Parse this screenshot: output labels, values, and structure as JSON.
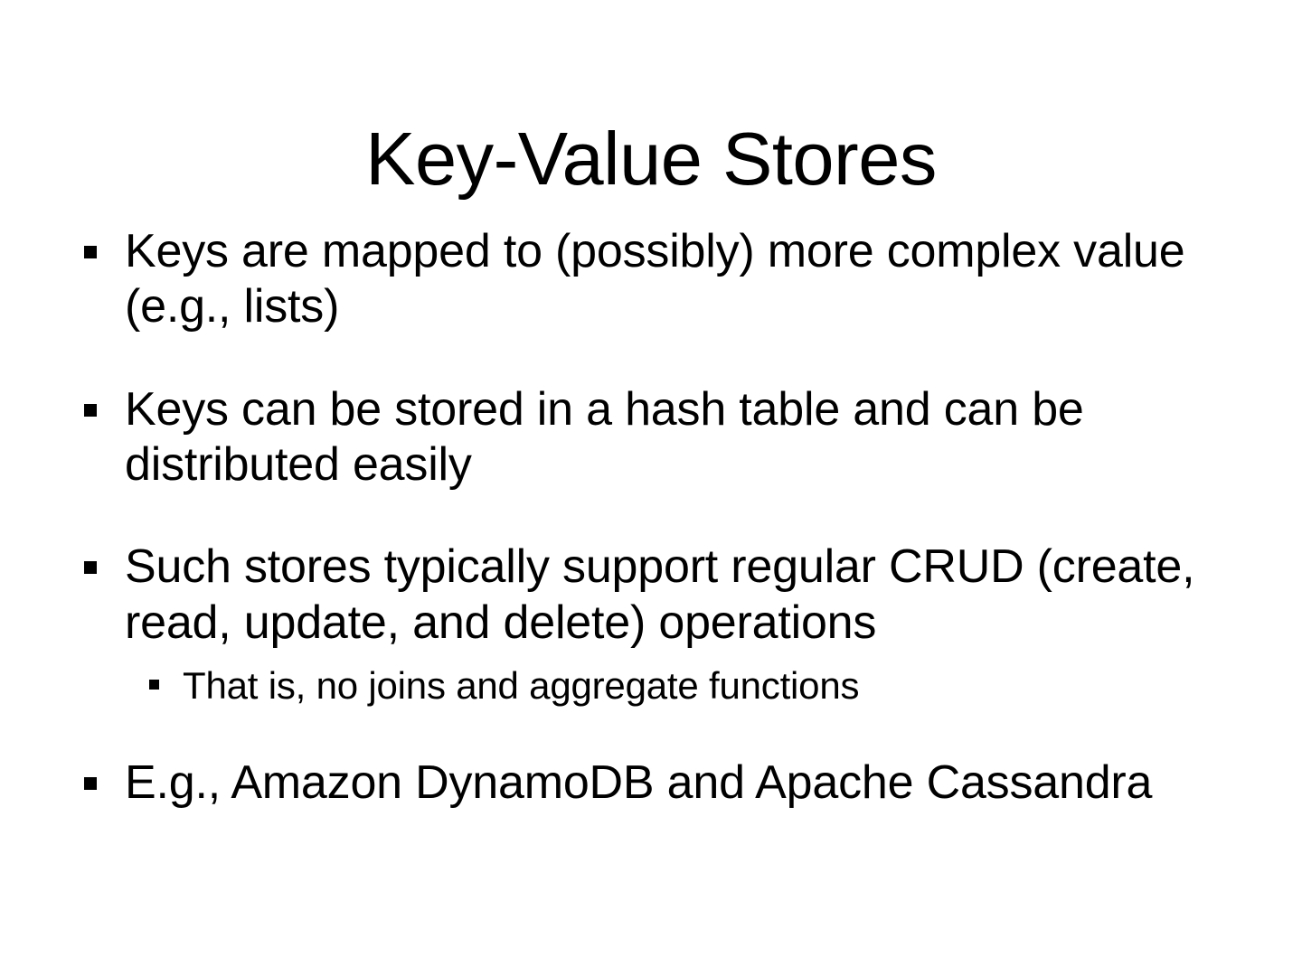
{
  "slide": {
    "title": "Key-Value Stores",
    "background_color": "#ffffff",
    "text_color": "#000000",
    "bullet_glyph": "filled-square",
    "bullets": [
      {
        "level": 1,
        "text": "Keys are mapped to (possibly) more complex value (e.g., lists)"
      },
      {
        "level": 1,
        "text": "Keys can be stored in a hash table and can be distributed easily"
      },
      {
        "level": 1,
        "text": "Such stores typically support regular CRUD (create, read, update, and delete) operations",
        "sub_bullets": [
          {
            "level": 2,
            "text": "That is, no joins and aggregate functions"
          }
        ]
      },
      {
        "level": 1,
        "text": "E.g., Amazon DynamoDB and Apache Cassandra"
      }
    ]
  }
}
